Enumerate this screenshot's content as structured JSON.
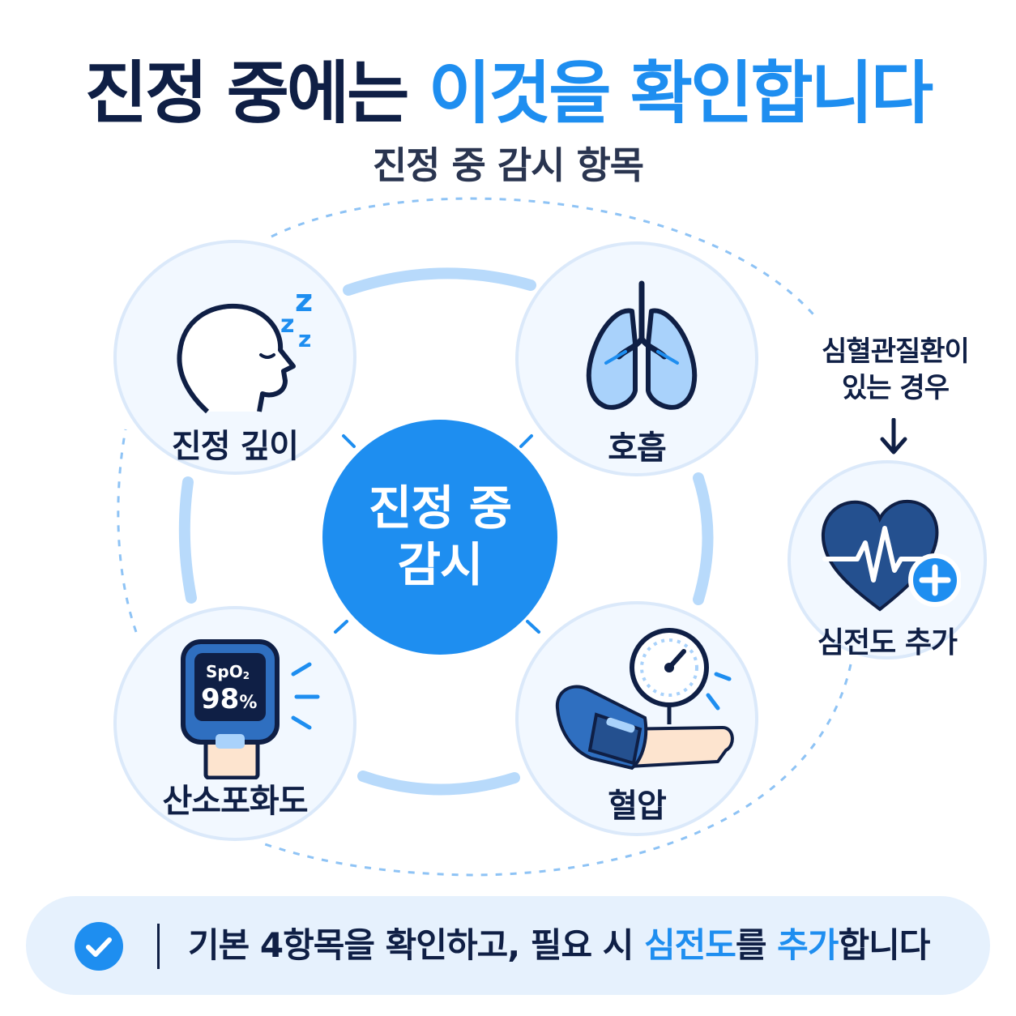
{
  "title": {
    "part1": "진정 중에는",
    "part2": "이것을 확인합니다"
  },
  "subtitle": "진정 중 감시 항목",
  "center": {
    "line1": "진정 중",
    "line2": "감시"
  },
  "items": [
    {
      "label": "진정 깊이",
      "icon": "sleeping-head-icon"
    },
    {
      "label": "호흡",
      "icon": "lungs-icon"
    },
    {
      "label": "산소포화도",
      "icon": "pulse-oximeter-icon",
      "screen_label": "SpO",
      "screen_sub": "2",
      "screen_value": "98",
      "screen_unit": "%"
    },
    {
      "label": "혈압",
      "icon": "blood-pressure-cuff-icon"
    }
  ],
  "side": {
    "note_line1": "심혈관질환이",
    "note_line2": "있는 경우",
    "label": "심전도 추가",
    "icon": "heart-ecg-plus-icon"
  },
  "banner": {
    "text1": "기본 4항목을 확인하고, 필요 시 ",
    "hl1": "심전도",
    "text2": "를 ",
    "hl2": "추가",
    "text3": "합니다",
    "icon": "check-circle-icon"
  },
  "colors": {
    "navy": "#0f1f45",
    "blue": "#1e8ef0",
    "light_blue": "#a9d2fb",
    "card_bg": "#f2f8ff"
  }
}
